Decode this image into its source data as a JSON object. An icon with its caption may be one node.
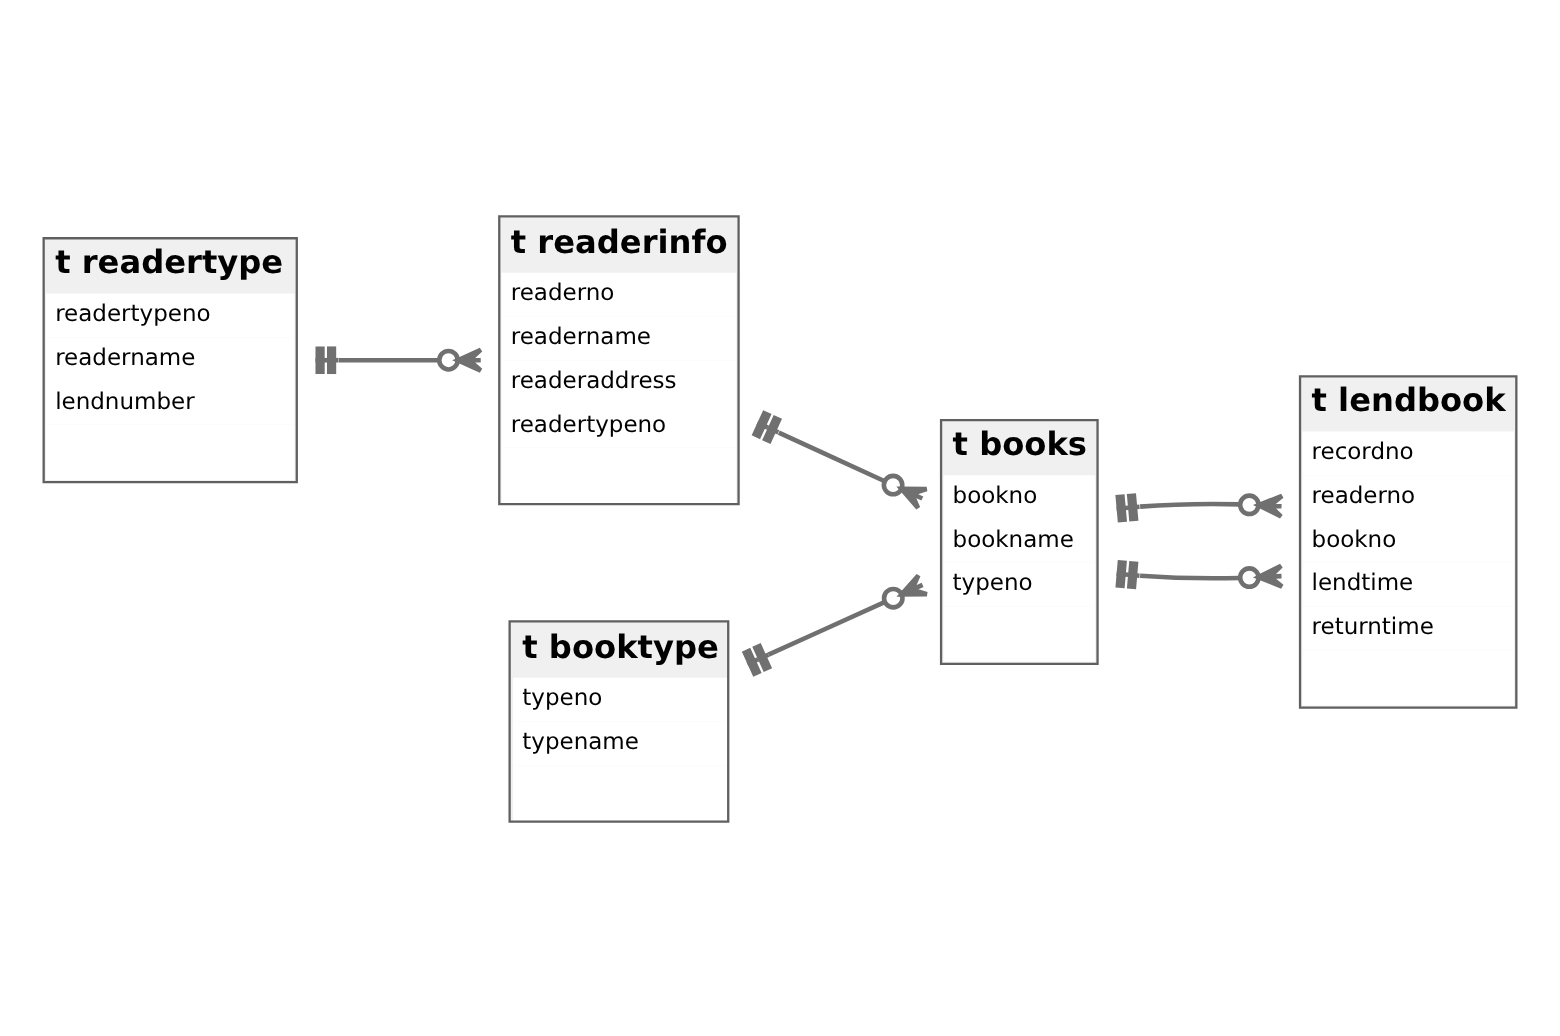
{
  "diagram": {
    "nodes": [
      {
        "text": [
          "t lendbook",
          "recordno",
          "readerno",
          "bookno",
          "lendtime",
          "returntime"
        ]
      },
      {
        "text": [
          "t readertype",
          "readertypeno",
          "readername",
          "lendnumber"
        ]
      },
      {
        "text": [
          "t books",
          "bookno",
          "bookname",
          "typeno"
        ]
      },
      {
        "text": [
          "t readerinfo",
          "readerno",
          "readername",
          "readeraddress",
          "readertypeno"
        ]
      },
      {
        "text": [
          "t booktype",
          "typeno",
          "typename"
        ]
      }
    ],
    "edges": [
      {
        "from": 2,
        "to": 0,
        "arrow": "other"
      },
      {
        "from": 2,
        "to": 0,
        "arrow": "other"
      },
      {
        "from": 1,
        "to": 3,
        "arrow": "other"
      },
      {
        "from": 3,
        "to": 2,
        "arrow": "other"
      },
      {
        "from": 4,
        "to": 2,
        "arrow": "other"
      }
    ]
  }
}
